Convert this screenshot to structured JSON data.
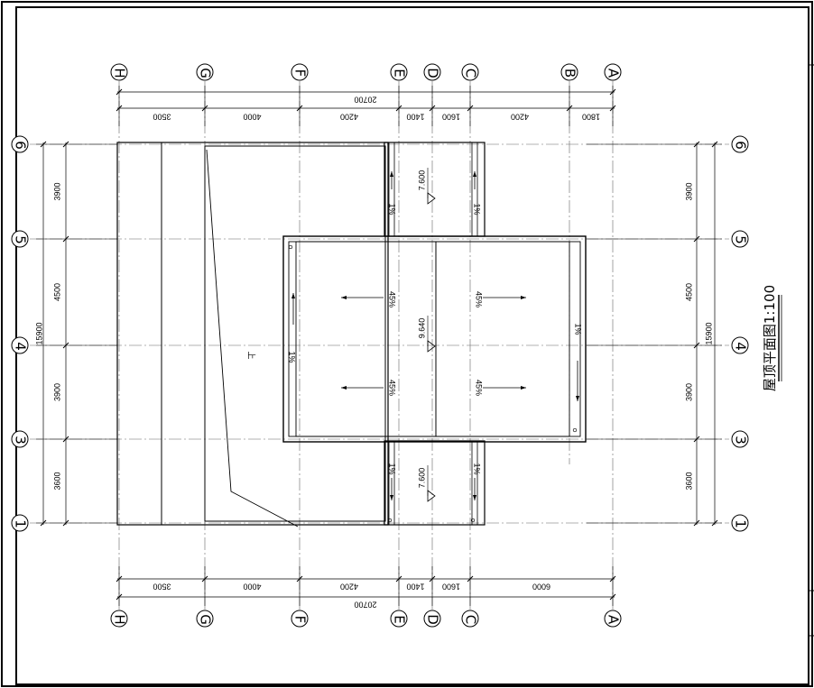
{
  "drawing": {
    "title": "屋顶平面图1:100",
    "columns": [
      "H",
      "G",
      "F",
      "E",
      "D",
      "C",
      "B",
      "A"
    ],
    "column_dims_top": [
      "3500",
      "4000",
      "4200",
      "1400",
      "1600",
      "4200",
      "1800"
    ],
    "column_dims_bottom": [
      "3500",
      "4000",
      "4200",
      "1400",
      "1600",
      "6000"
    ],
    "column_total": "20700",
    "rows": [
      "6",
      "5",
      "4",
      "3",
      "1"
    ],
    "row_dims": [
      "3900",
      "4500",
      "3900",
      "3600"
    ],
    "row_total": "15900",
    "elevations": {
      "top_wing": "7.600",
      "center": "9.640",
      "bottom_wing": "7.600"
    },
    "slopes": {
      "steep": "45%",
      "gentle": "1%"
    },
    "roof_label": "上"
  },
  "colors": {
    "line": "#000000",
    "axis": "#555555",
    "background": "#ffffff"
  }
}
